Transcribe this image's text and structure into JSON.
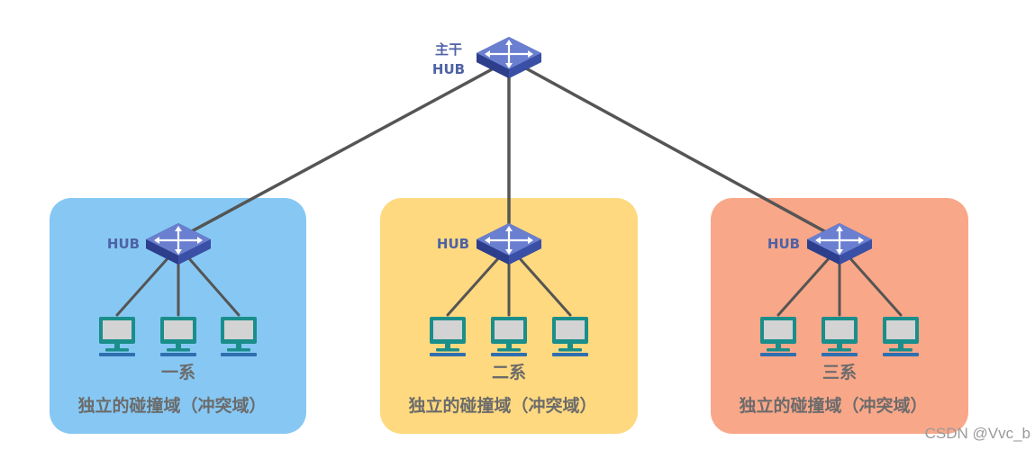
{
  "colors": {
    "zone1_fill": "#86c8f3",
    "zone2_fill": "#fed97f",
    "zone3_fill": "#f9a789",
    "hub_label": "#4f62a6",
    "link_line": "#555555",
    "monitor_teal": "#1a8e8b",
    "monitor_screen": "#d3d3d3",
    "zone_text": "#6b6b6b",
    "watermark": "#9a9a9a"
  },
  "core_hub": {
    "label_line1": "主干",
    "label_line2": "HUB",
    "icon": "hub-switch-icon"
  },
  "groups": [
    {
      "hub_label": "HUB",
      "name": "一系",
      "caption": "独立的碰撞域（冲突域）",
      "pcs": [
        "monitor-icon",
        "monitor-icon",
        "monitor-icon"
      ]
    },
    {
      "hub_label": "HUB",
      "name": "二系",
      "caption": "独立的碰撞域（冲突域）",
      "pcs": [
        "monitor-icon",
        "monitor-icon",
        "monitor-icon"
      ]
    },
    {
      "hub_label": "HUB",
      "name": "三系",
      "caption": "独立的碰撞域（冲突域）",
      "pcs": [
        "monitor-icon",
        "monitor-icon",
        "monitor-icon"
      ]
    }
  ],
  "watermark": "CSDN @Vvc_b"
}
